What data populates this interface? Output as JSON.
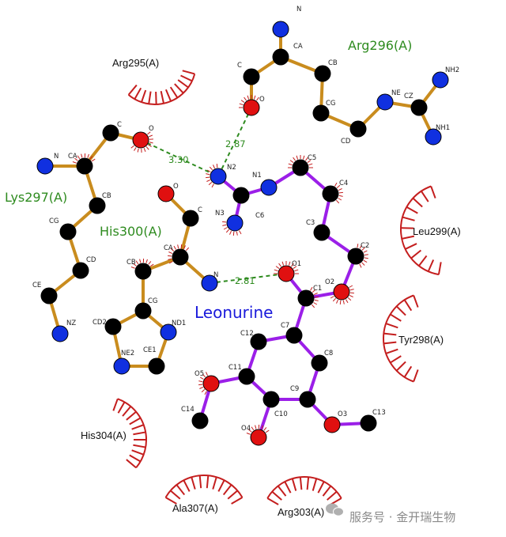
{
  "ligand": {
    "name": "Leonurine"
  },
  "residues_hbond": {
    "arg296": "Arg296(A)",
    "lys297": "Lys297(A)",
    "his300": "His300(A)"
  },
  "residues_hydrophobic": {
    "arg295": "Arg295(A)",
    "leu299": "Leu299(A)",
    "tyr298": "Tyr298(A)",
    "his304": "His304(A)",
    "ala307": "Ala307(A)",
    "arg303": "Arg303(A)"
  },
  "hbond_distances": {
    "o_lys_n2": "3.30",
    "o_arg_n2": "2.87",
    "n_his_o1": "2.81"
  },
  "atom_labels": {
    "arg_n": "N",
    "arg_ca": "CA",
    "arg_c": "C",
    "arg_o": "O",
    "arg_cb": "CB",
    "arg_cg": "CG",
    "arg_cd": "CD",
    "arg_ne": "NE",
    "arg_cz": "CZ",
    "arg_nh2": "NH2",
    "arg_nh1": "NH1",
    "lys_c": "C",
    "lys_o": "O",
    "lys_n": "N",
    "lys_ca": "CA",
    "lys_cb": "CB",
    "lys_cg": "CG",
    "lys_cd": "CD",
    "lys_ce": "CE",
    "lys_nz": "NZ",
    "his_o": "O",
    "his_c": "C",
    "his_ca": "CA",
    "his_cb": "CB",
    "his_n": "N",
    "his_cg": "CG",
    "his_cd2": "CD2",
    "his_nd1": "ND1",
    "his_ne2": "NE2",
    "his_ce1": "CE1",
    "lig_n2": "N2",
    "lig_n1": "N1",
    "lig_n3": "N3",
    "lig_c6": "C6",
    "lig_c5": "C5",
    "lig_c4": "C4",
    "lig_c3": "C3",
    "lig_c2": "C2",
    "lig_o2": "O2",
    "lig_c1": "C1",
    "lig_o1": "O1",
    "lig_c7": "C7",
    "lig_c12": "C12",
    "lig_c8": "C8",
    "lig_c11": "C11",
    "lig_c9": "C9",
    "lig_c10": "C10",
    "lig_o5": "O5",
    "lig_c14": "C14",
    "lig_o4": "O4",
    "lig_o3": "O3",
    "lig_c13": "C13"
  },
  "watermark": {
    "text": "服务号 · 金开瑞生物"
  },
  "colors": {
    "ligand_bond": "#9b1fe8",
    "residue_bond": "#c98c1e",
    "hbond": "#2e8b1f",
    "hydrophobic": "#c41e1e",
    "carbon": "#000000",
    "nitrogen": "#1030e0",
    "oxygen": "#e01010"
  }
}
